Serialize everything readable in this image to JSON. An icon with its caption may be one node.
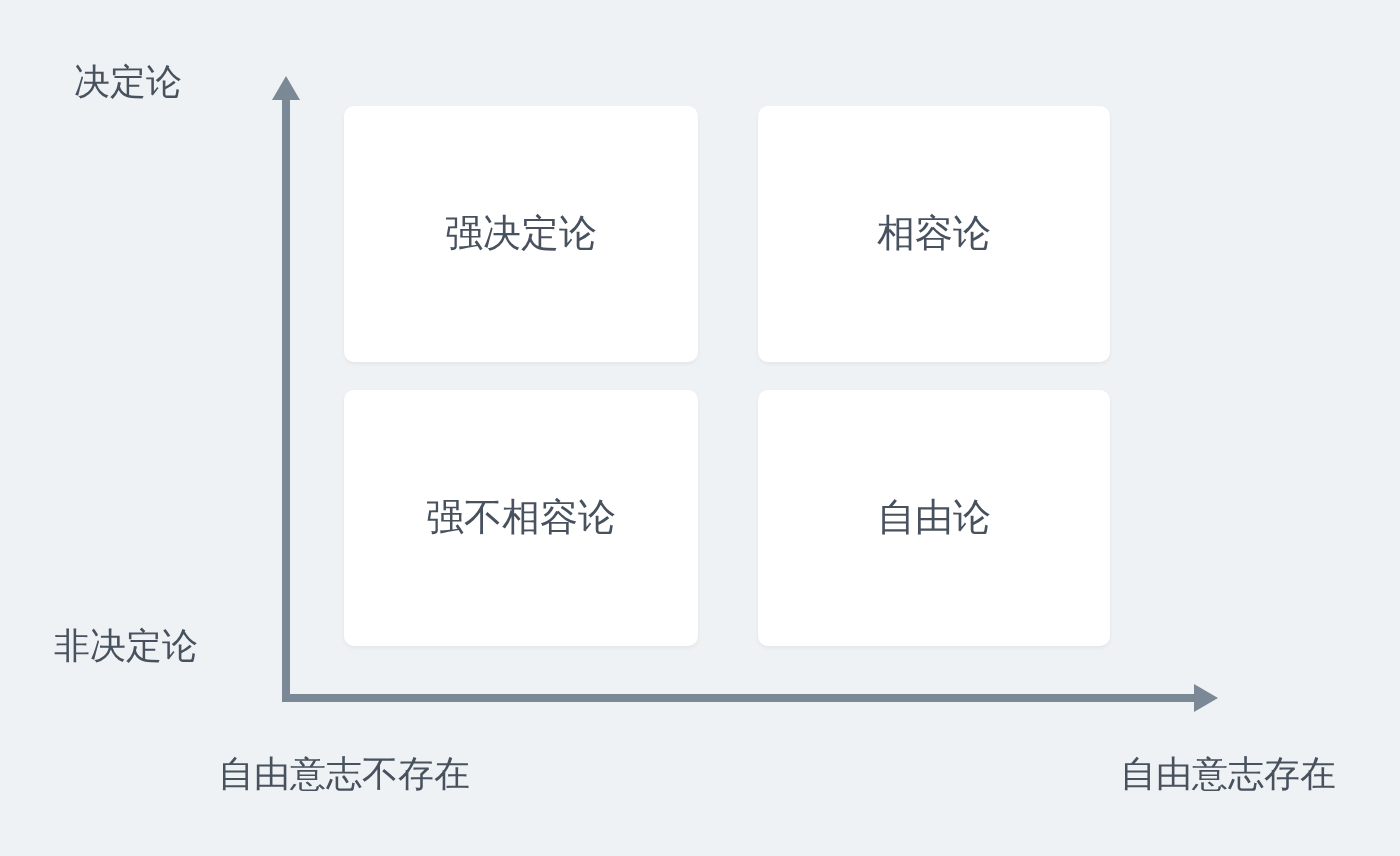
{
  "diagram": {
    "nodes": [
      {
        "text": [
          "强决定论"
        ]
      },
      {
        "text": [
          "相容论"
        ]
      },
      {
        "text": [
          "强不相容论"
        ]
      },
      {
        "text": [
          "自由论"
        ]
      }
    ],
    "labels": [
      "决定论",
      "非决定论",
      "自由意志不存在",
      "自由意志存在"
    ]
  }
}
